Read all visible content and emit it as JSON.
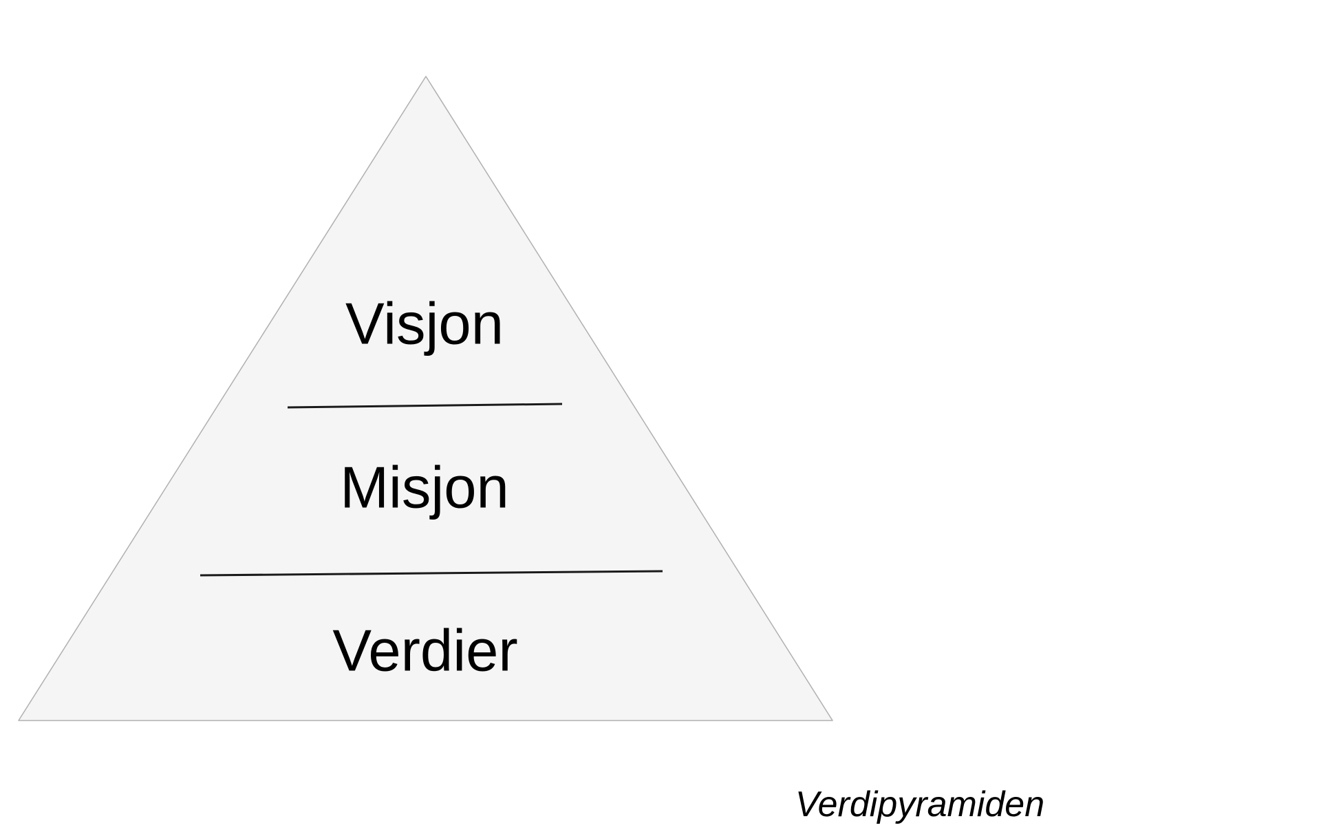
{
  "diagram": {
    "type": "pyramid",
    "caption": "Verdipyramiden",
    "levels": [
      {
        "label": "Visjon"
      },
      {
        "label": "Misjon"
      },
      {
        "label": "Verdier"
      }
    ],
    "colors": {
      "background": "#ffffff",
      "fill": "#f5f5f5",
      "border": "#b0b0b0",
      "divider": "#1a1a1a",
      "text": "#000000"
    }
  }
}
